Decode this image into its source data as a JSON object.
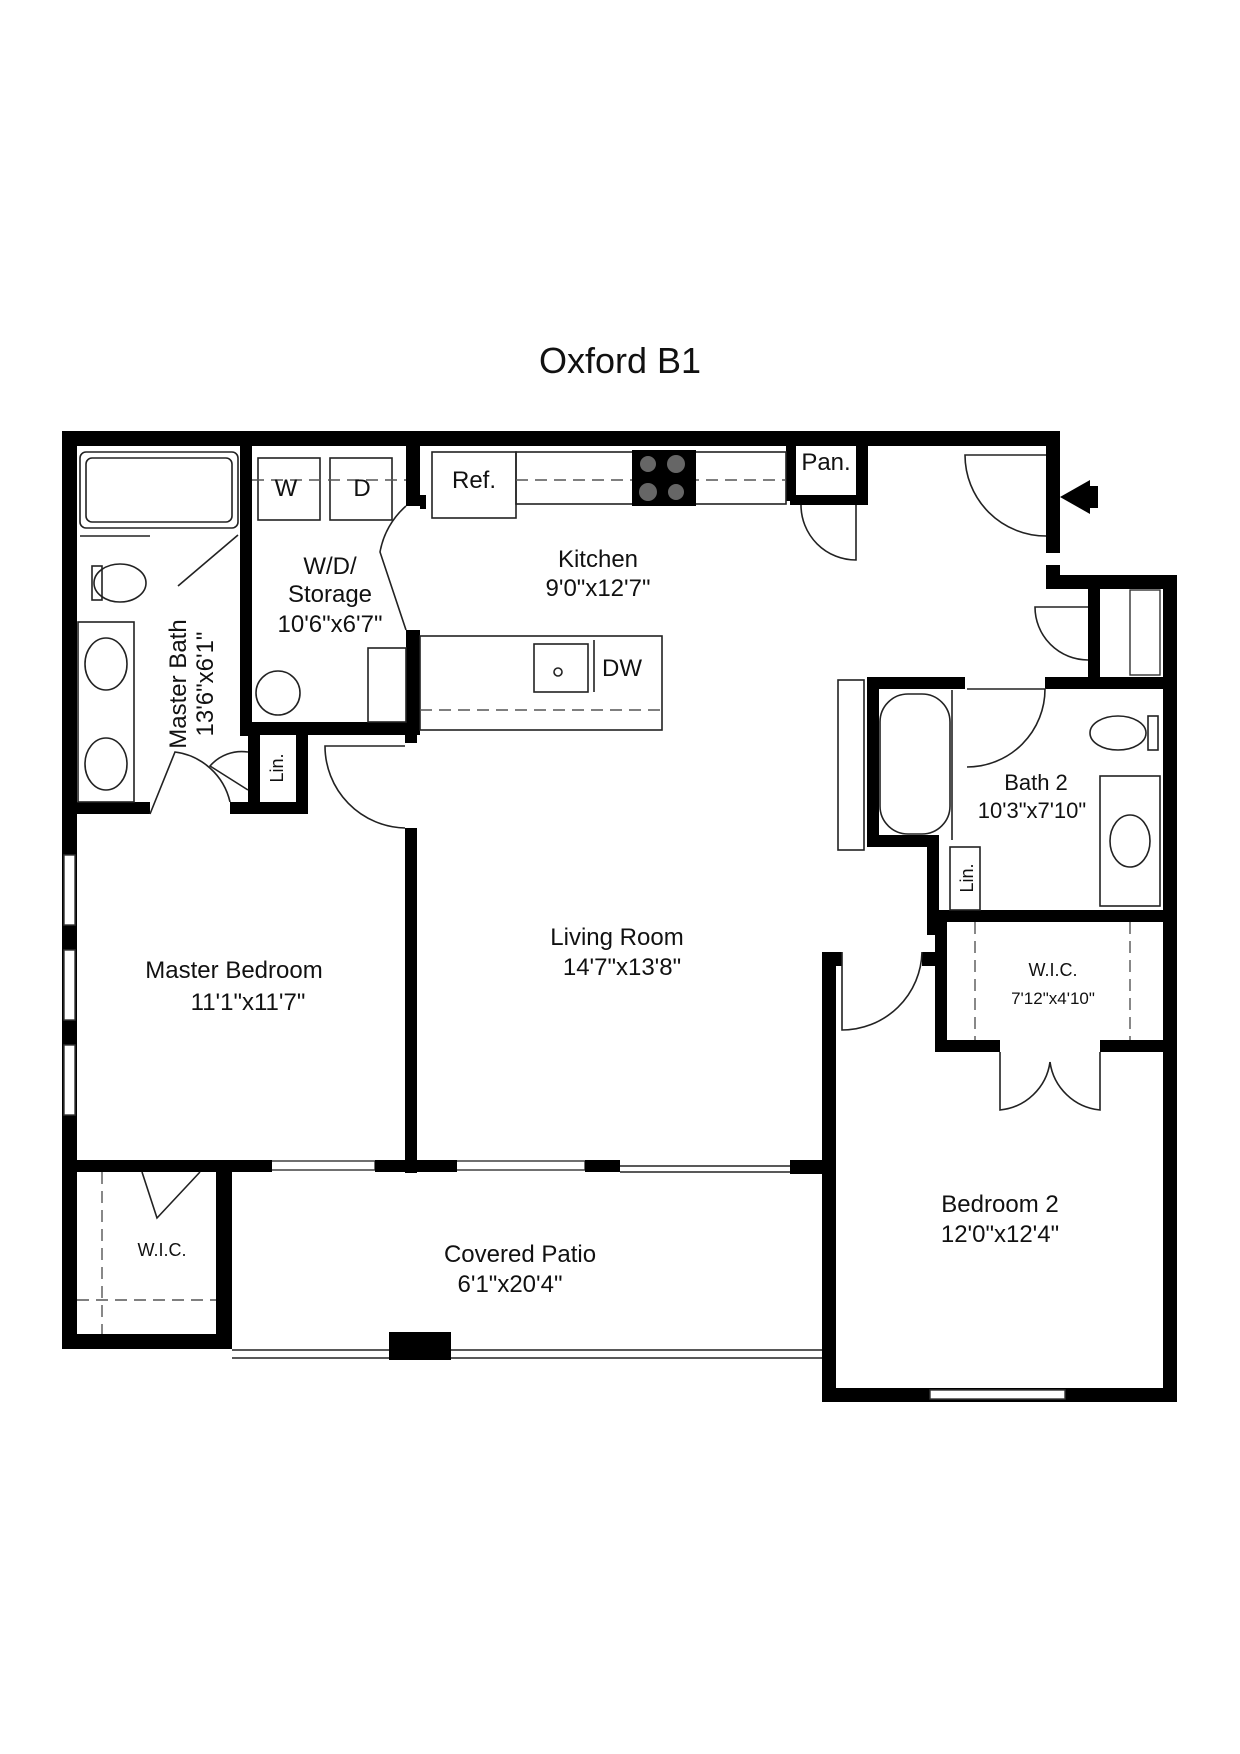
{
  "title": "Oxford B1",
  "rooms": {
    "kitchen": {
      "name": "Kitchen",
      "size": "9'0\"x12'7\""
    },
    "wd_storage": {
      "name_line1": "W/D/",
      "name_line2": "Storage",
      "size": "10'6\"x6'7\""
    },
    "master_bath": {
      "name": "Master Bath",
      "size": "13'6\"x6'1\""
    },
    "living_room": {
      "name": "Living Room",
      "size": "14'7\"x13'8\""
    },
    "master_bedroom": {
      "name": "Master Bedroom",
      "size": "11'1\"x11'7\""
    },
    "bath_2": {
      "name": "Bath 2",
      "size": "10'3\"x7'10\""
    },
    "wic_2": {
      "name": "W.I.C.",
      "size": "7'12\"x4'10\""
    },
    "bedroom_2": {
      "name": "Bedroom 2",
      "size": "12'0\"x12'4\""
    },
    "covered_patio": {
      "name": "Covered Patio",
      "size": "6'1\"x20'4\""
    },
    "wic_master": {
      "name": "W.I.C."
    }
  },
  "fixtures": {
    "washer": "W",
    "dryer": "D",
    "refrigerator": "Ref.",
    "pantry": "Pan.",
    "dishwasher": "DW",
    "linen_1": "Lin.",
    "linen_2": "Lin."
  }
}
